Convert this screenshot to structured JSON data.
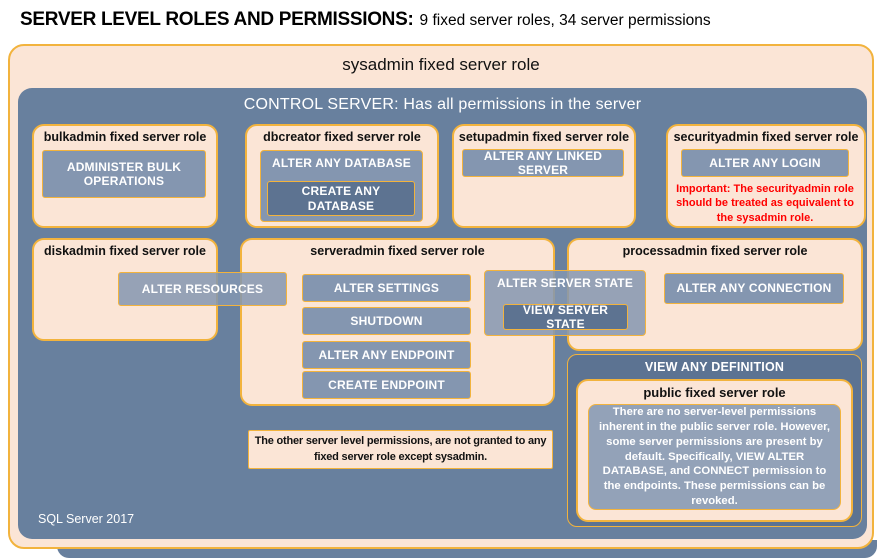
{
  "page": {
    "title": "SERVER LEVEL ROLES AND PERMISSIONS:",
    "subtitle": "9 fixed server roles, 34 server permissions"
  },
  "sysadmin_label": "sysadmin fixed server role",
  "control_server_label": "CONTROL SERVER: Has all permissions in the server",
  "footer": "SQL Server 2017",
  "roles": {
    "bulkadmin": {
      "label": "bulkadmin fixed server role",
      "perm": "ADMINISTER BULK OPERATIONS"
    },
    "dbcreator": {
      "label": "dbcreator fixed server role",
      "perm_outer": "ALTER ANY DATABASE",
      "perm_inner": "CREATE ANY DATABASE"
    },
    "setupadmin": {
      "label": "setupadmin fixed server role",
      "perm": "ALTER ANY LINKED SERVER"
    },
    "securityadmin": {
      "label": "securityadmin fixed server role",
      "perm": "ALTER ANY LOGIN",
      "warning": "Important: The securityadmin role should be treated as equivalent to the sysadmin role."
    },
    "diskadmin": {
      "label": "diskadmin fixed server role",
      "perm": "ALTER RESOURCES"
    },
    "serveradmin": {
      "label": "serveradmin fixed server role",
      "perms": [
        "ALTER SETTINGS",
        "SHUTDOWN",
        "ALTER ANY ENDPOINT",
        "CREATE ENDPOINT"
      ]
    },
    "processadmin": {
      "label": "processadmin fixed server role",
      "perm": "ALTER ANY CONNECTION"
    },
    "shared_state": {
      "perm_outer": "ALTER SERVER STATE",
      "perm_inner": "VIEW SERVER STATE"
    },
    "public": {
      "header": "VIEW ANY DEFINITION",
      "label": "public fixed server role",
      "note": "There are no server-level permissions inherent in the public server role. However, some server permissions are present by default. Specifically, VIEW ALTER DATABASE, and CONNECT permission to the endpoints. These permissions can be revoked."
    }
  },
  "note": "The other server level permissions, are not granted to any fixed server role except sysadmin.",
  "colors": {
    "peach": "#FBE5D6",
    "gold_border": "#F2B33D",
    "slate_blue": "#68809E",
    "button_blue": "#8496B0",
    "dark_button_blue": "#5D7391",
    "definition_blue": "#5C7392",
    "warning_red": "#FF0000"
  }
}
